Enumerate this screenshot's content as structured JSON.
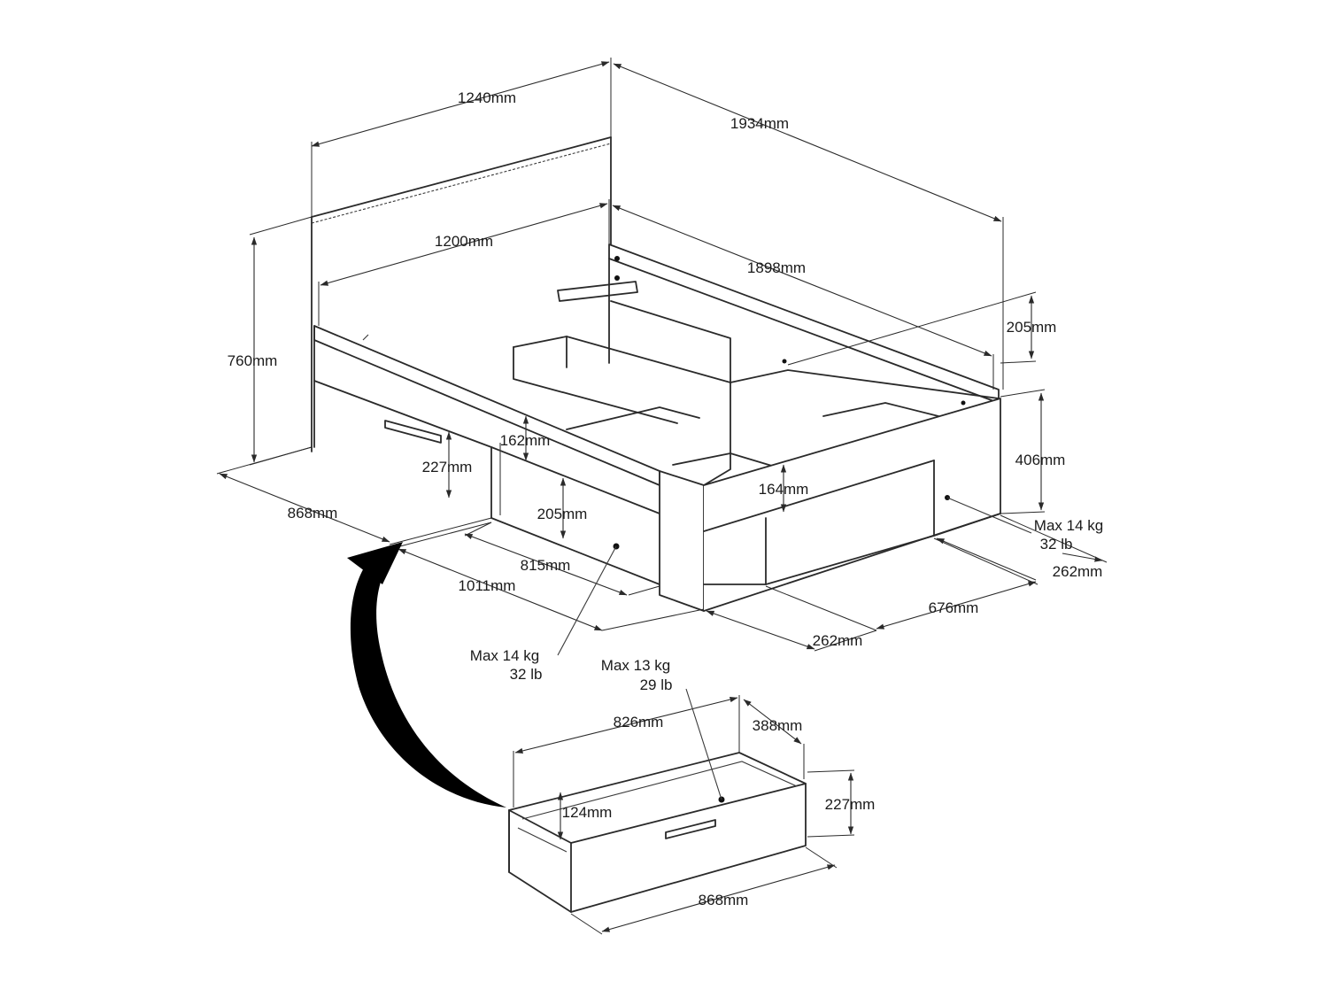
{
  "colors": {
    "line": "#2a2a2a",
    "background": "#ffffff",
    "arrow": "#000000"
  },
  "icons": {
    "bed_frame": "bed-frame-drawing",
    "drawer": "drawer-drawing",
    "pull_out_arrow": "curved-arrow"
  },
  "bed": {
    "overall_width": "1240mm",
    "overall_length": "1934mm",
    "overall_height": "760mm",
    "mattress_width": "1200mm",
    "mattress_length": "1898mm",
    "headboard_height_above": "205mm",
    "side_height": "406mm",
    "drawer_front_height": "227mm",
    "front_compartment_depth": "162mm",
    "side_compartment_depth": "164mm",
    "front_opening_height": "205mm",
    "front_depth": "868mm",
    "front_opening_width": "815mm",
    "front_section_width": "1011mm",
    "side_shelf_width": "262mm",
    "side_shelf_width_2": "262mm",
    "side_opening_width": "676mm",
    "front_load_kg": "Max 14 kg",
    "front_load_lb": "32 lb",
    "side_load_kg": "Max 14 kg",
    "side_load_lb": "32 lb"
  },
  "drawer": {
    "load_kg": "Max 13 kg",
    "load_lb": "29 lb",
    "inner_length": "826mm",
    "depth": "388mm",
    "height": "227mm",
    "inner_height": "124mm",
    "length": "868mm"
  }
}
